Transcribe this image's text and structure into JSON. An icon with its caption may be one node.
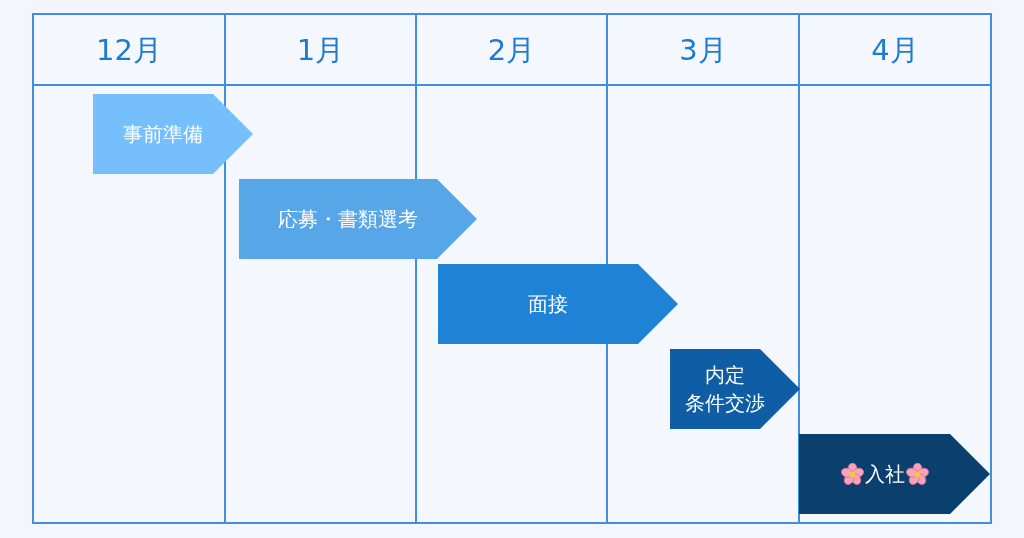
{
  "diagram": {
    "nodes": [
      {
        "text": [
          "事前準備"
        ]
      },
      {
        "text": [
          "応募・書類選考"
        ]
      },
      {
        "text": [
          "面接"
        ]
      },
      {
        "text": [
          "内定",
          "条件交渉"
        ]
      },
      {
        "text": [
          "入社"
        ]
      }
    ],
    "labels": [
      "12月",
      "1月",
      "2月",
      "3月",
      "4月"
    ]
  }
}
